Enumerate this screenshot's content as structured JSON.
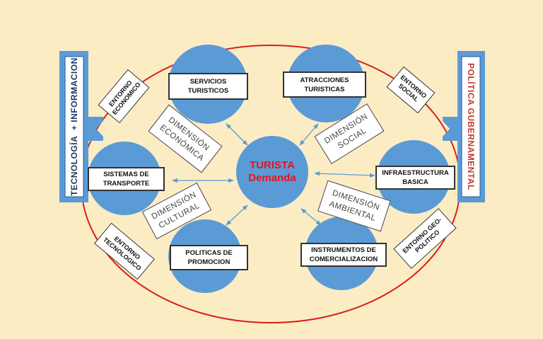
{
  "left_bar": {
    "label_part1": "TECNOLOGÍA",
    "plus": "+",
    "label_part2": "INFORMACION"
  },
  "right_bar": {
    "label": "POLÍTICA GUBERNAMENTAL"
  },
  "center": {
    "line1": "TURISTA",
    "line2": "Demanda"
  },
  "nodes": {
    "servicios": "SERVICIOS TURISTICOS",
    "atracciones": "ATRACCIONES TURISTICAS",
    "transporte": "SISTEMAS DE TRANSPORTE",
    "infraestructura": "INFRAESTRUCTURA BASICA",
    "promocion": "POLITICAS DE PROMOCION",
    "comercializacion": "INSTRUMENTOS DE COMERCIALIZACION"
  },
  "dimensions": {
    "economica": "DIMENSIÓN ECONÓMICA",
    "social": "DIMENSIÓN SOCIAL",
    "cultural": "DIMENSIÓN CULTURAL",
    "ambiental": "DIMENSIÓN AMBIENTAL"
  },
  "environments": {
    "economico": "ENTORNO ECONOMICO",
    "social": "ENTORNO SOCIAL",
    "tecnologico": "ENTORNO TECNOLOGICO",
    "geopolitico": "ENTORNO GEO-POLITICO"
  },
  "colors": {
    "background": "#fcecc4",
    "circle": "#5b9bd5",
    "ellipse": "#d9201a",
    "bar_fill": "#5b9bd5",
    "left_text": "#1f3864",
    "right_text": "#c0392b",
    "center_text": "#e8141b"
  }
}
